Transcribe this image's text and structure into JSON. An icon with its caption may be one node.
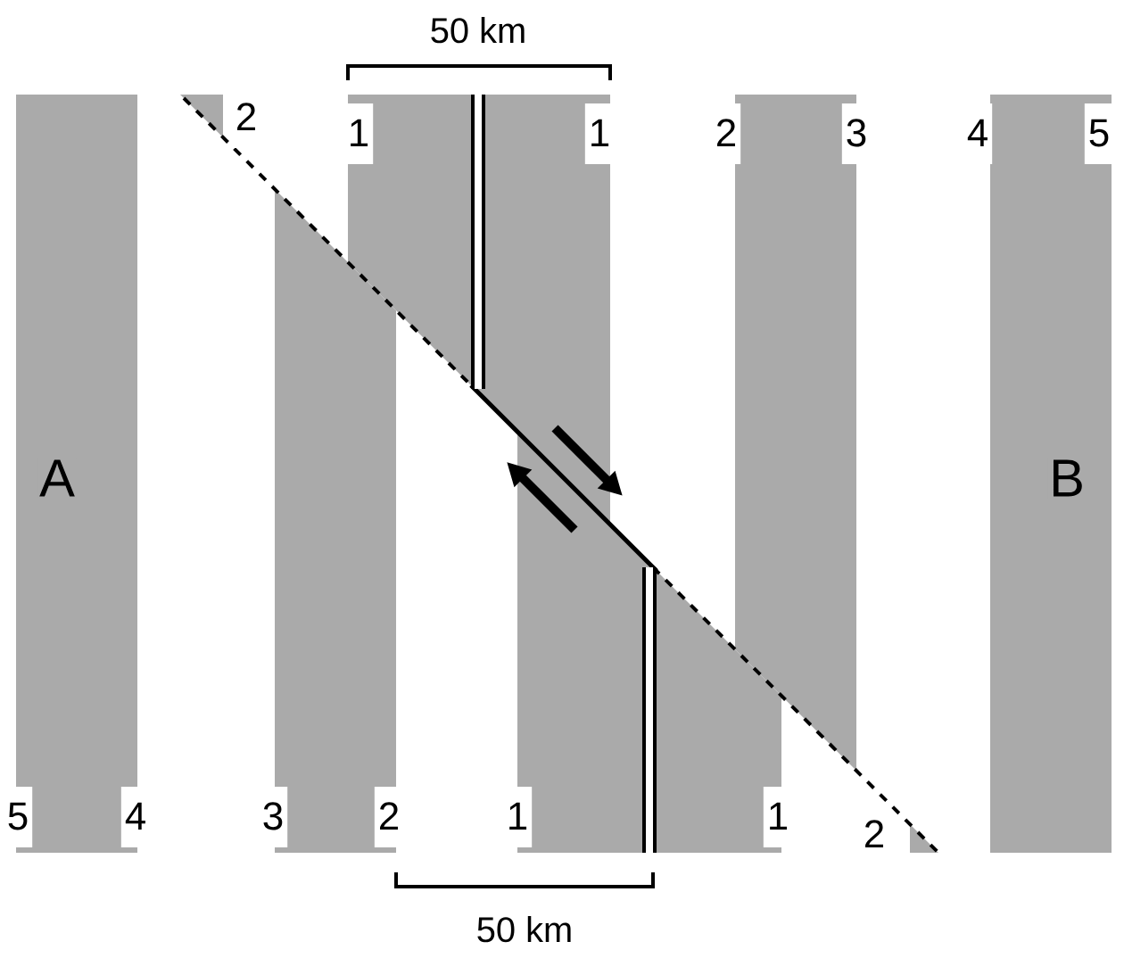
{
  "diagram": {
    "labels": [
      "50 km",
      "2",
      "1",
      "1",
      "2",
      "3",
      "4",
      "5",
      "A",
      "B",
      "5",
      "4",
      "3",
      "2",
      "1",
      "1",
      "2",
      "50 km"
    ]
  }
}
